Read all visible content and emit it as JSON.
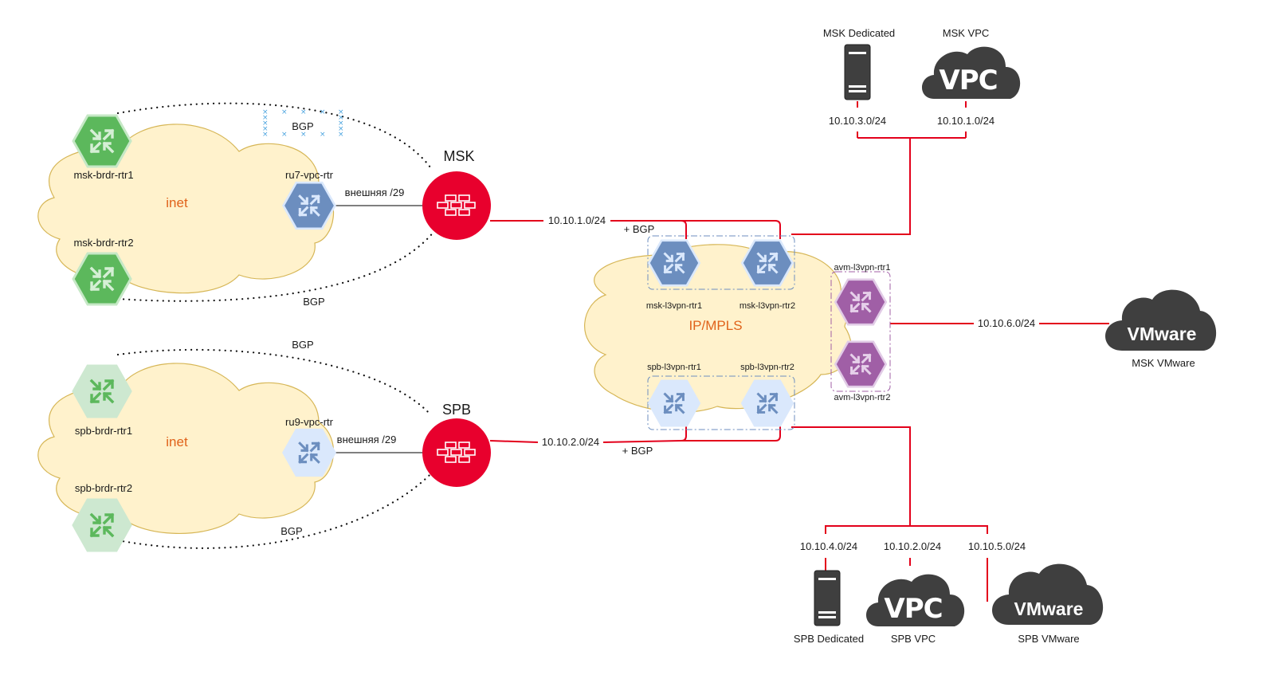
{
  "colors": {
    "link": "#e3001b",
    "firewall": "#e8002d",
    "cloud_fill": "#fff2cc",
    "cloud_stroke": "#d6b656",
    "cloud_label": "#e0621a",
    "router_green": "#5cb85c",
    "router_green_light": "#cde8d0",
    "router_blue": "#6c8ebf",
    "router_blue_light": "#dae8fc",
    "router_purple": "#a05fa6",
    "dark_icon": "#3f3f3f"
  },
  "clouds": {
    "msk_inet": "inet",
    "spb_inet": "inet",
    "core": "IP/MPLS"
  },
  "routers": {
    "msk_brdr_rtr1": "msk-brdr-rtr1",
    "msk_brdr_rtr2": "msk-brdr-rtr2",
    "ru7_vpc_rtr": "ru7-vpc-rtr",
    "spb_brdr_rtr1": "spb-brdr-rtr1",
    "spb_brdr_rtr2": "spb-brdr-rtr2",
    "ru9_vpc_rtr": "ru9-vpc-rtr",
    "msk_l3vpn_rtr1": "msk-l3vpn-rtr1",
    "msk_l3vpn_rtr2": "msk-l3vpn-rtr2",
    "spb_l3vpn_rtr1": "spb-l3vpn-rtr1",
    "spb_l3vpn_rtr2": "spb-l3vpn-rtr2",
    "avm_l3vpn_rtr1": "avm-l3vpn-rtr1",
    "avm_l3vpn_rtr2": "avm-l3vpn-rtr2"
  },
  "firewalls": {
    "msk": "MSK",
    "spb": "SPB"
  },
  "links": {
    "msk_external": "внешняя /29",
    "spb_external": "внешняя /29",
    "msk_uplink": "10.10.1.0/24",
    "spb_uplink": "10.10.2.0/24",
    "msk_bgp_plus": "+ BGP",
    "spb_bgp_plus": "+ BGP",
    "bgp_msk_top": "BGP",
    "bgp_msk_bottom": "BGP",
    "bgp_spb_top": "BGP",
    "bgp_spb_bottom": "BGP",
    "avm_uplink": "10.10.6.0/24"
  },
  "endpoints": {
    "msk_dedicated": {
      "label": "MSK Dedicated",
      "subnet": "10.10.3.0/24"
    },
    "msk_vpc": {
      "label": "MSK VPC",
      "subnet": "10.10.1.0/24",
      "badge": "VPC"
    },
    "msk_vmware": {
      "label": "MSK VMware",
      "badge": "VMware"
    },
    "spb_dedicated": {
      "label": "SPB Dedicated",
      "subnet": "10.10.4.0/24"
    },
    "spb_vpc": {
      "label": "SPB VPC",
      "subnet": "10.10.2.0/24",
      "badge": "VPC"
    },
    "spb_vmware": {
      "label": "SPB VMware",
      "subnet": "10.10.5.0/24",
      "badge": "VMware"
    }
  }
}
